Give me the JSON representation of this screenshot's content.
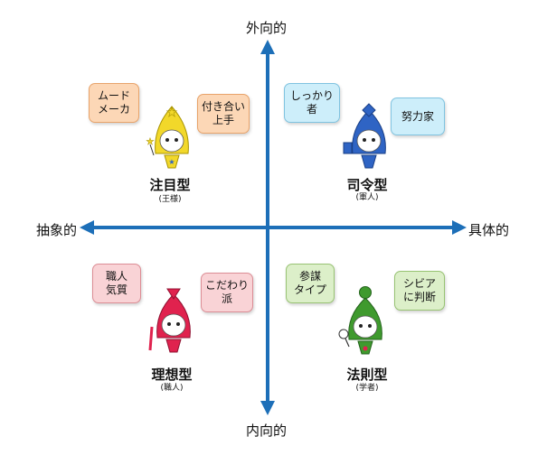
{
  "axes": {
    "top": "外向的",
    "bottom": "内向的",
    "left": "抽象的",
    "right": "具体的",
    "color": "#1d6fb8"
  },
  "quadrants": {
    "top_left": {
      "title": "注目型",
      "subtitle": "(王様)",
      "color": "#f2d82a",
      "bubbles": [
        "ムード\nメーカ",
        "付き合い\n上手"
      ],
      "icon": "star-icon"
    },
    "top_right": {
      "title": "司令型",
      "subtitle": "(軍人)",
      "color": "#2f64c4",
      "bubbles": [
        "しっかり\n者",
        "努力家"
      ],
      "icon": "diamond-icon"
    },
    "bottom_left": {
      "title": "理想型",
      "subtitle": "(職人)",
      "color": "#e0224e",
      "bubbles": [
        "職人\n気質",
        "こだわり\n派"
      ],
      "icon": "triangle-icon"
    },
    "bottom_right": {
      "title": "法則型",
      "subtitle": "(学者)",
      "color": "#3f9a2e",
      "bubbles": [
        "参謀\nタイプ",
        "シビア\nに判断"
      ],
      "icon": "circle-icon"
    }
  }
}
